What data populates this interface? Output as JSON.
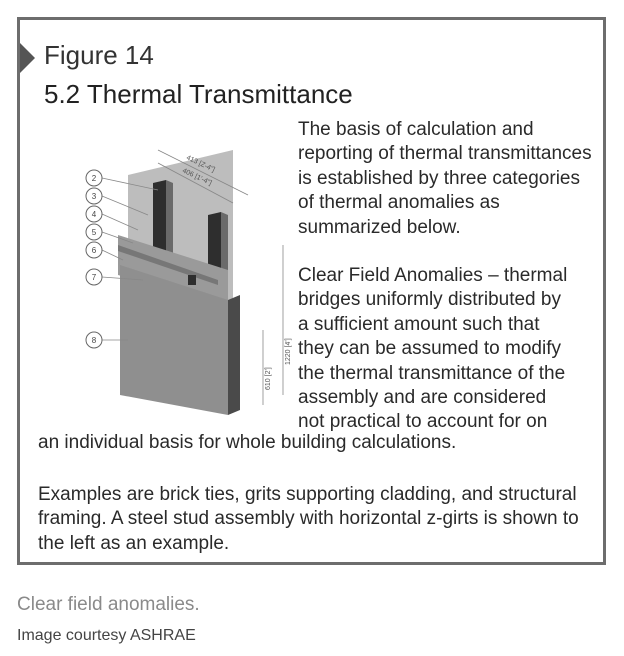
{
  "figure": {
    "label": "Figure 14",
    "section_title": "5.2 Thermal Transmittance",
    "paragraph1": "The basis of calculation and reporting of thermal transmittances is established by three categories of thermal anomalies as summarized below.",
    "paragraph2_lines": [
      "Clear Field Anomalies – thermal",
      "bridges uniformly distributed by",
      "a sufficient amount such that",
      "they can be assumed to modify",
      "the thermal transmittance of the",
      "assembly and are considered",
      "not practical to account for on"
    ],
    "paragraph2_tail": "an individual basis for whole building calculations.",
    "paragraph3": "Examples are brick ties, grits supporting cladding, and structural framing. A steel stud assembly with horizontal z-girts is shown to the left as an example.",
    "illustration": {
      "callouts": [
        "2",
        "3",
        "4",
        "5",
        "6",
        "7",
        "8"
      ],
      "dim_top1": "413 [Z-4\"]",
      "dim_top2": "406 [1'-4\"]",
      "dim_right1": "1220 [4']",
      "dim_right2": "610 [2']"
    }
  },
  "caption": "Clear field anomalies.",
  "credit": "Image courtesy ASHRAE"
}
